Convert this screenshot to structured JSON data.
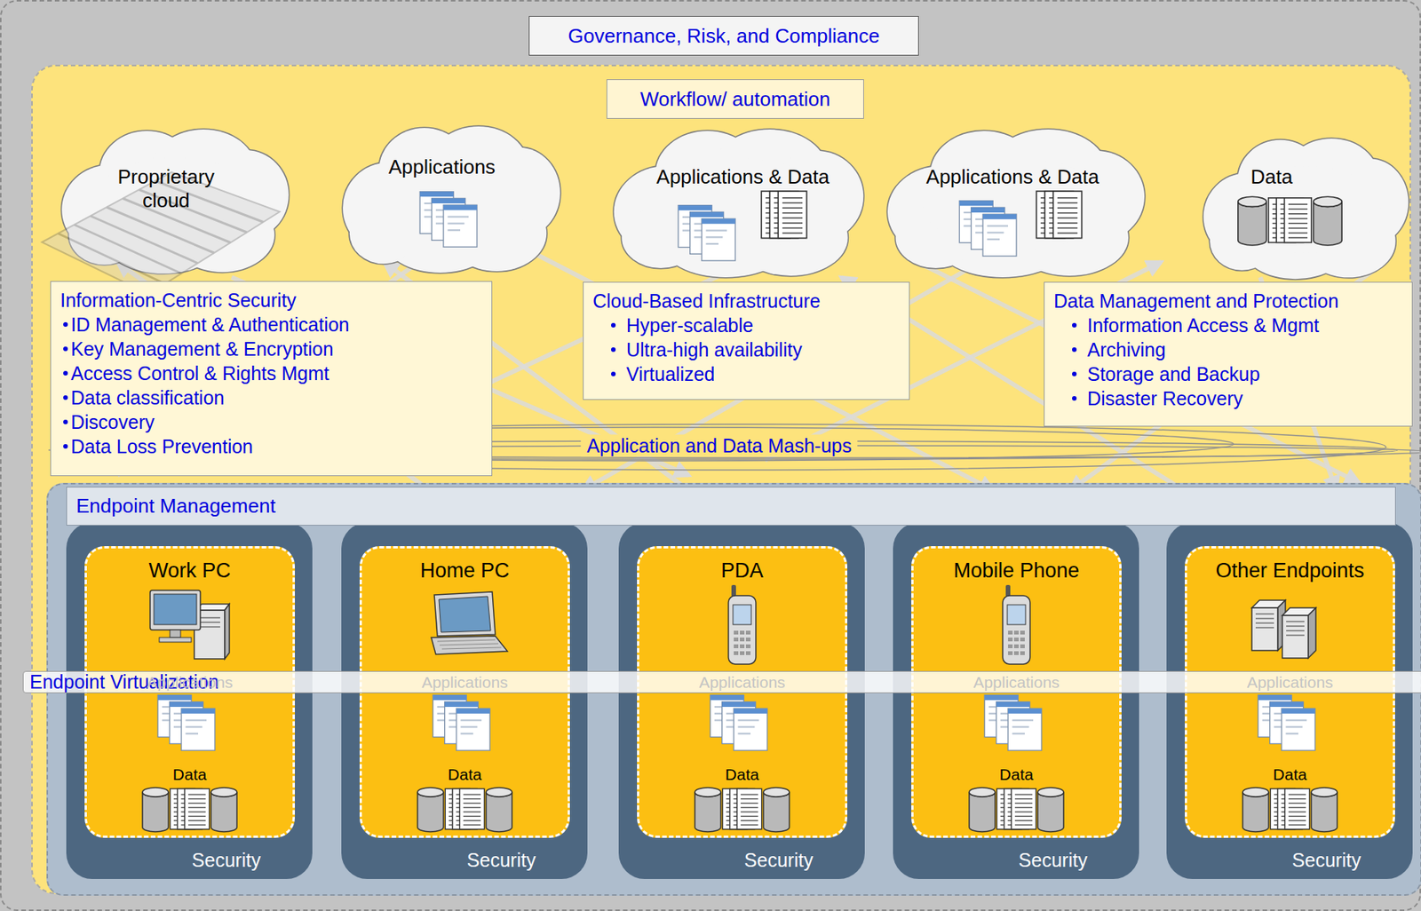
{
  "diagram": {
    "nodes": [
      {
        "text": [
          "Governance, Risk, and Compliance"
        ]
      },
      {
        "text": [
          "Workflow/ automation"
        ],
        "in": 0
      },
      {
        "text": [
          "Proprietary cloud"
        ],
        "in": 1
      },
      {
        "text": [
          "Applications"
        ],
        "in": 1
      },
      {
        "text": [
          "Applications & Data"
        ],
        "in": 1
      },
      {
        "text": [
          "Applications & Data"
        ],
        "in": 1
      },
      {
        "text": [
          "Data"
        ],
        "in": 1
      },
      {
        "text": [
          "Information-Centric Security",
          "ID Management & Authentication",
          "Key Management & Encryption",
          "Access Control & Rights Mgmt",
          "Data classification",
          "Discovery",
          "Data Loss Prevention"
        ],
        "in": 1
      },
      {
        "text": [
          "Cloud-Based Infrastructure",
          "Hyper-scalable",
          "Ultra-high availability",
          "Virtualized"
        ],
        "in": 1
      },
      {
        "text": [
          "Data Management and Protection",
          "Information Access & Mgmt",
          "Archiving",
          "Storage and Backup",
          "Disaster Recovery"
        ],
        "in": 1
      },
      {
        "text": [
          "Application and Data Mash-ups"
        ],
        "in": 1
      },
      {
        "text": [
          "Endpoint Management"
        ],
        "in": 1
      },
      {
        "text": [
          "Work PC",
          "Applications",
          "Data",
          "Security"
        ],
        "in": 11
      },
      {
        "text": [
          "Home PC",
          "Applications",
          "Data",
          "Security"
        ],
        "in": 11
      },
      {
        "text": [
          "PDA",
          "Applications",
          "Data",
          "Security"
        ],
        "in": 11
      },
      {
        "text": [
          "Mobile Phone",
          "Applications",
          "Data",
          "Security"
        ],
        "in": 11
      },
      {
        "text": [
          "Other Endpoints",
          "Applications",
          "Data",
          "Security"
        ],
        "in": 11
      },
      {
        "text": [
          "Endpoint Virtualization"
        ],
        "in": 11
      }
    ]
  }
}
